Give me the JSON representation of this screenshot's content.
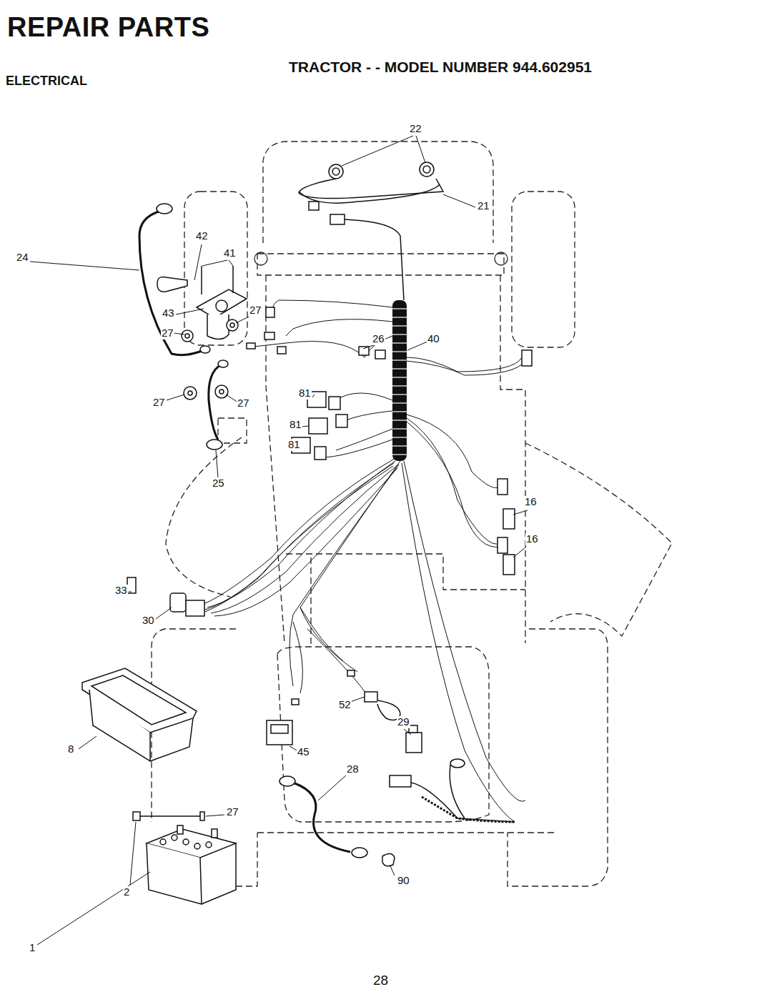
{
  "diagram": {
    "title": "REPAIR PARTS",
    "labels": [
      "TRACTOR - - MODEL NUMBER 944.602951",
      "ELECTRICAL",
      "22",
      "21",
      "24",
      "42",
      "41",
      "43",
      "27",
      "27",
      "26",
      "40",
      "27",
      "27",
      "81",
      "81",
      "81",
      "25",
      "16",
      "16",
      "33",
      "30",
      "8",
      "52",
      "29",
      "45",
      "28",
      "27",
      "2",
      "1",
      "90",
      "28"
    ]
  }
}
